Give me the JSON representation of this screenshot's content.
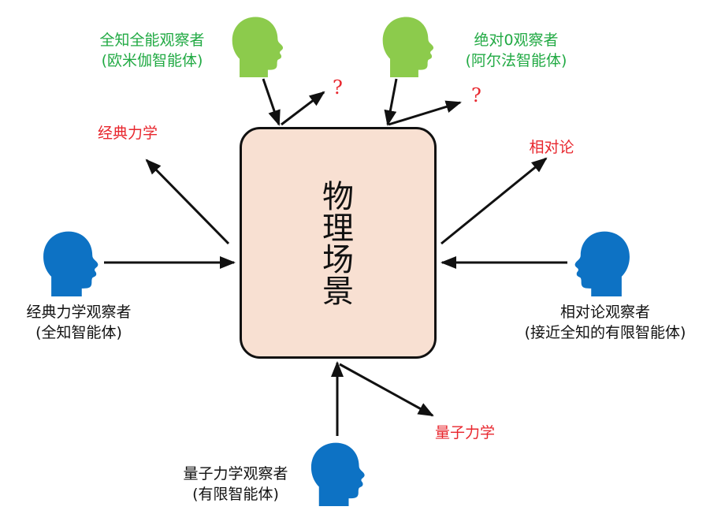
{
  "center_box": {
    "title_chars": [
      "物",
      "理",
      "场",
      "景"
    ]
  },
  "observers": {
    "omniscient": {
      "line1": "全知全能观察者",
      "line2": "(欧米伽智能体)"
    },
    "absolute_zero": {
      "line1": "绝对0观察者",
      "line2": "(阿尔法智能体)"
    },
    "classical": {
      "line1": "经典力学观察者",
      "line2": "(全知智能体)"
    },
    "relativity": {
      "line1": "相对论观察者",
      "line2": "(接近全知的有限智能体)"
    },
    "quantum": {
      "line1": "量子力学观察者",
      "line2": "(有限智能体)"
    }
  },
  "theories": {
    "classical": "经典力学",
    "relativity": "相对论",
    "quantum": "量子力学",
    "unknown_left": "?",
    "unknown_right": "?"
  },
  "colors": {
    "head_green": "#8ccb4c",
    "head_blue": "#0d72c4",
    "box_fill": "#f8e0d2",
    "label_green": "#22aa44",
    "label_red": "#e8262d",
    "arrow": "#111111"
  },
  "icons": [
    "head-silhouette-icon"
  ]
}
